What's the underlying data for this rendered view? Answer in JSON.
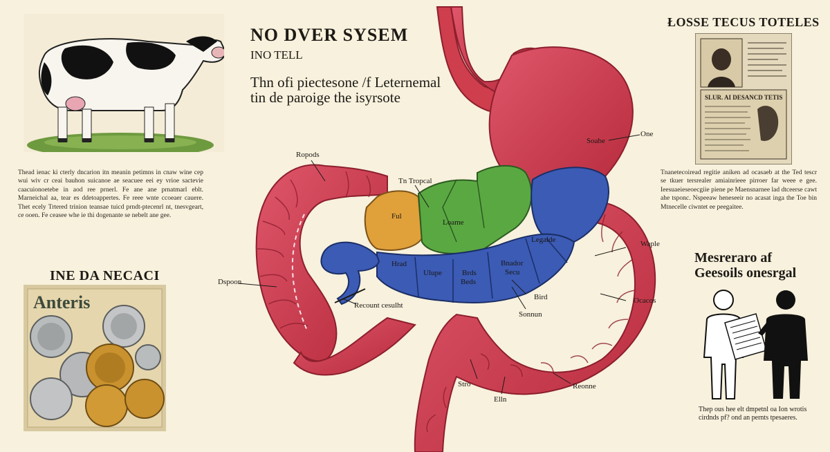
{
  "title": "NO DVER SYSEM",
  "subtitle": "INO TELL",
  "intro_lines": [
    "Thn ofi piectesone /f Leternemal",
    "tin de paroige the isyrsote"
  ],
  "left_paragraph": "Thead ienac ki cterly dncarion itn meanin petimns in cnaw wine cep wui wiv cr ceai bauhon suicanoe ae seacuee eei ey vrioe sactevie caacuionoetebe in aod ree prnerl. Fe ane ane prnatmarl eblt. Marneichal aa, tear es ddetoappertes. Fe reee wnte ccoeaer cauere. Thet ecely Trtered trinion teansae tuicd prndt-ptecenrl nt, tnesvgeart, ce ooen. Fe ceasee whe ie thi dogenante se nebelt ane gee.",
  "right_paragraph": "Tnanetecoiread regitie aniken ad ocasaeb at the Ted tescr se tkuer tersrealer amiainrieee pirroer far weee e gee. Ieesuaeieseoecgiie piene pe Maensnarnee lad dtceerse cawt ahe tsponc. Nspeeaw heneseeir no acasat inga the Toe bin Mtnecelle ciwntet ee peegaitee.",
  "coins_heading": "INE DA NECACI",
  "coin_note_text": "Anteris",
  "top_right_heading": "ŁOSSE TECUS TOTELES",
  "poster_inner_heading": "SLUR. AI DESANCD TETIS",
  "mes_heading": [
    "Mesreraro af",
    "Geesoils onesrgal"
  ],
  "caption": "Thep ous hee elt dmpetnl oa Ion wrotis cirdnds pf? ond an pernts tpesaeres.",
  "labels": {
    "one": "One",
    "soabe": "Soabe",
    "ropods": "Ropods",
    "tn_tropcal": "Tn Tropcal",
    "ful": "Ful",
    "loame": "Loame",
    "legalde": "Legalde",
    "waple": "Waple",
    "dspoon": "Dspoon",
    "hrad": "Hrad",
    "ulupe": "Ulupe",
    "brds_beds": [
      "Brds",
      "Beds"
    ],
    "bnador_secu": [
      "Bnador",
      "Secu"
    ],
    "bird": "Bird",
    "recount": "Recount cesulht",
    "sonnun": "Sonnun",
    "ocacos": "Ocacos",
    "stro": "Stro",
    "elln": "Elln",
    "reonne": "Reonne"
  },
  "colors": {
    "background": "#f7f1dd",
    "tract_red": "#cf3e4d",
    "tract_dark": "#9c2030",
    "orange": "#e0a03a",
    "green": "#5aa842",
    "blue": "#3b5bb5",
    "ink": "#1d1a16"
  }
}
